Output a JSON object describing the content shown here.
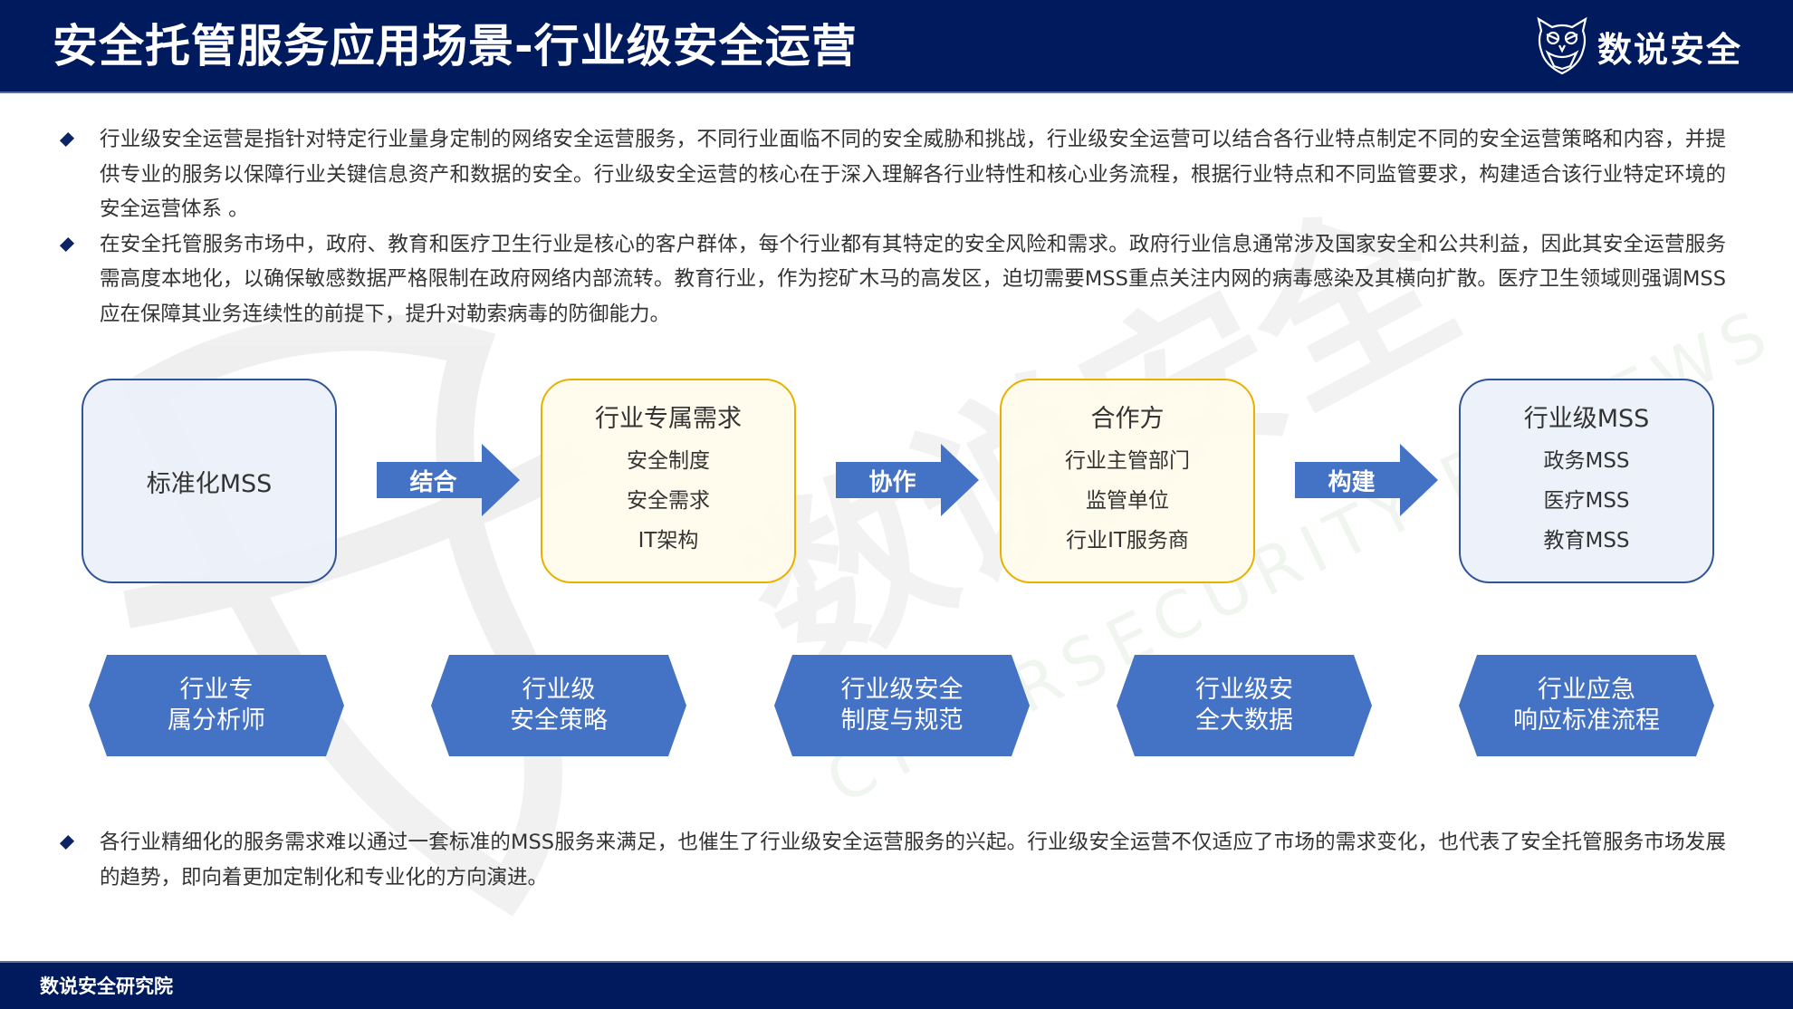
{
  "header": {
    "title": "安全托管服务应用场景-行业级安全运营",
    "logo_text": "数说安全",
    "logo_icon": "owl-icon",
    "background_color": "#001A5E"
  },
  "intro_bullets": [
    "行业级安全运营是指针对特定行业量身定制的网络安全运营服务，不同行业面临不同的安全威胁和挑战，行业级安全运营可以结合各行业特点制定不同的安全运营策略和内容，并提供专业的服务以保障行业关键信息资产和数据的安全。行业级安全运营的核心在于深入理解各行业特性和核心业务流程，根据行业特点和不同监管要求，构建适合该行业特定环境的安全运营体系 。",
    "在安全托管服务市场中，政府、教育和医疗卫生行业是核心的客户群体，每个行业都有其特定的安全风险和需求。政府行业信息通常涉及国家安全和公共利益，因此其安全运营服务需高度本地化，以确保敏感数据严格限制在政府网络内部流转。教育行业，作为挖矿木马的高发区，迫切需要MSS重点关注内网的病毒感染及其横向扩散。医疗卫生领域则强调MSS应在保障其业务连续性的前提下，提升对勒索病毒的防御能力。"
  ],
  "flow": {
    "boxes": [
      {
        "title": "标准化MSS",
        "items": [],
        "style": "blue"
      },
      {
        "title": "行业专属需求",
        "items": [
          "安全制度",
          "安全需求",
          "IT架构"
        ],
        "style": "yellow"
      },
      {
        "title": "合作方",
        "items": [
          "行业主管部门",
          "监管单位",
          "行业IT服务商"
        ],
        "style": "yellow"
      },
      {
        "title": "行业级MSS",
        "items": [
          "政务MSS",
          "医疗MSS",
          "教育MSS"
        ],
        "style": "blue"
      }
    ],
    "arrows": [
      {
        "label": "结合"
      },
      {
        "label": "协作"
      },
      {
        "label": "构建"
      }
    ],
    "arrow_color": "#4472C4",
    "box_blue_border": "#2F5597",
    "box_yellow_border": "#E8B100"
  },
  "capabilities": [
    {
      "line1": "行业专",
      "line2": "属分析师"
    },
    {
      "line1": "行业级",
      "line2": "安全策略"
    },
    {
      "line1": "行业级安全",
      "line2": "制度与规范"
    },
    {
      "line1": "行业级安",
      "line2": "全大数据"
    },
    {
      "line1": "行业应急",
      "line2": "响应标准流程"
    }
  ],
  "capability_color": "#4472C4",
  "conclusion_bullets": [
    "各行业精细化的服务需求难以通过一套标准的MSS服务来满足，也催生了行业级安全运营服务的兴起。行业级安全运营不仅适应了市场的需求变化，也代表了安全托管服务市场发展的趋势，即向着更加定制化和专业化的方向演进。"
  ],
  "watermark": {
    "text_cn": "数说安全",
    "text_en": "CYBERSECURITY REVIEWS"
  },
  "footer": {
    "text": "数说安全研究院"
  }
}
